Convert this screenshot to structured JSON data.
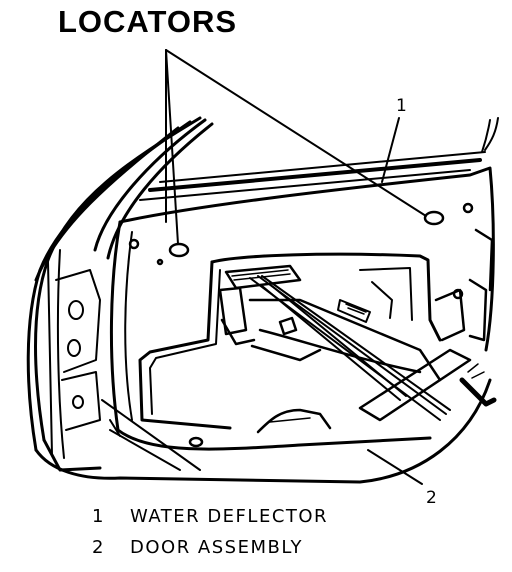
{
  "heading": "LOCATORS",
  "callouts": [
    {
      "number": "1"
    },
    {
      "number": "2"
    }
  ],
  "legend": [
    {
      "number": "1",
      "label": "WATER DEFLECTOR"
    },
    {
      "number": "2",
      "label": "DOOR ASSEMBLY"
    }
  ]
}
